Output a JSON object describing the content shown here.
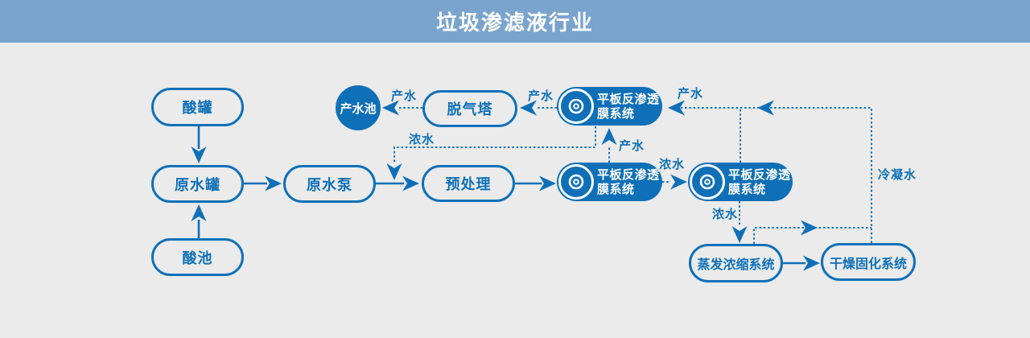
{
  "header": {
    "title": "垃圾渗滤液行业"
  },
  "diagram": {
    "nodes": {
      "acid_tank": "酸罐",
      "raw_water_tank": "原水罐",
      "acid_pool": "酸池",
      "raw_water_pump": "原水泵",
      "pretreatment": "预处理",
      "degassing_tower": "脱气塔",
      "product_water_pool": "产水池",
      "ro_membrane_line1": "平板反渗透",
      "ro_membrane_line2": "膜系统",
      "evaporation_system": "蒸发浓缩系统",
      "drying_system": "干燥固化系统"
    },
    "flow_labels": {
      "product_water_to_pool": "产水",
      "product_water_to_tower": "产水",
      "product_water_to_ro1": "产水",
      "product_water_ro2_to_ro1": "产水",
      "concentrate_recycle": "浓水",
      "concentrate_ro2_to_ro3": "浓水",
      "concentrate_to_evaporation": "浓水",
      "condensate": "冷凝水"
    },
    "colors": {
      "accent_blue": "#0f70b8",
      "header_bg": "#7aa4ce",
      "canvas_bg": "#ebebeb",
      "node_text_on_blue": "#ffffff"
    }
  }
}
